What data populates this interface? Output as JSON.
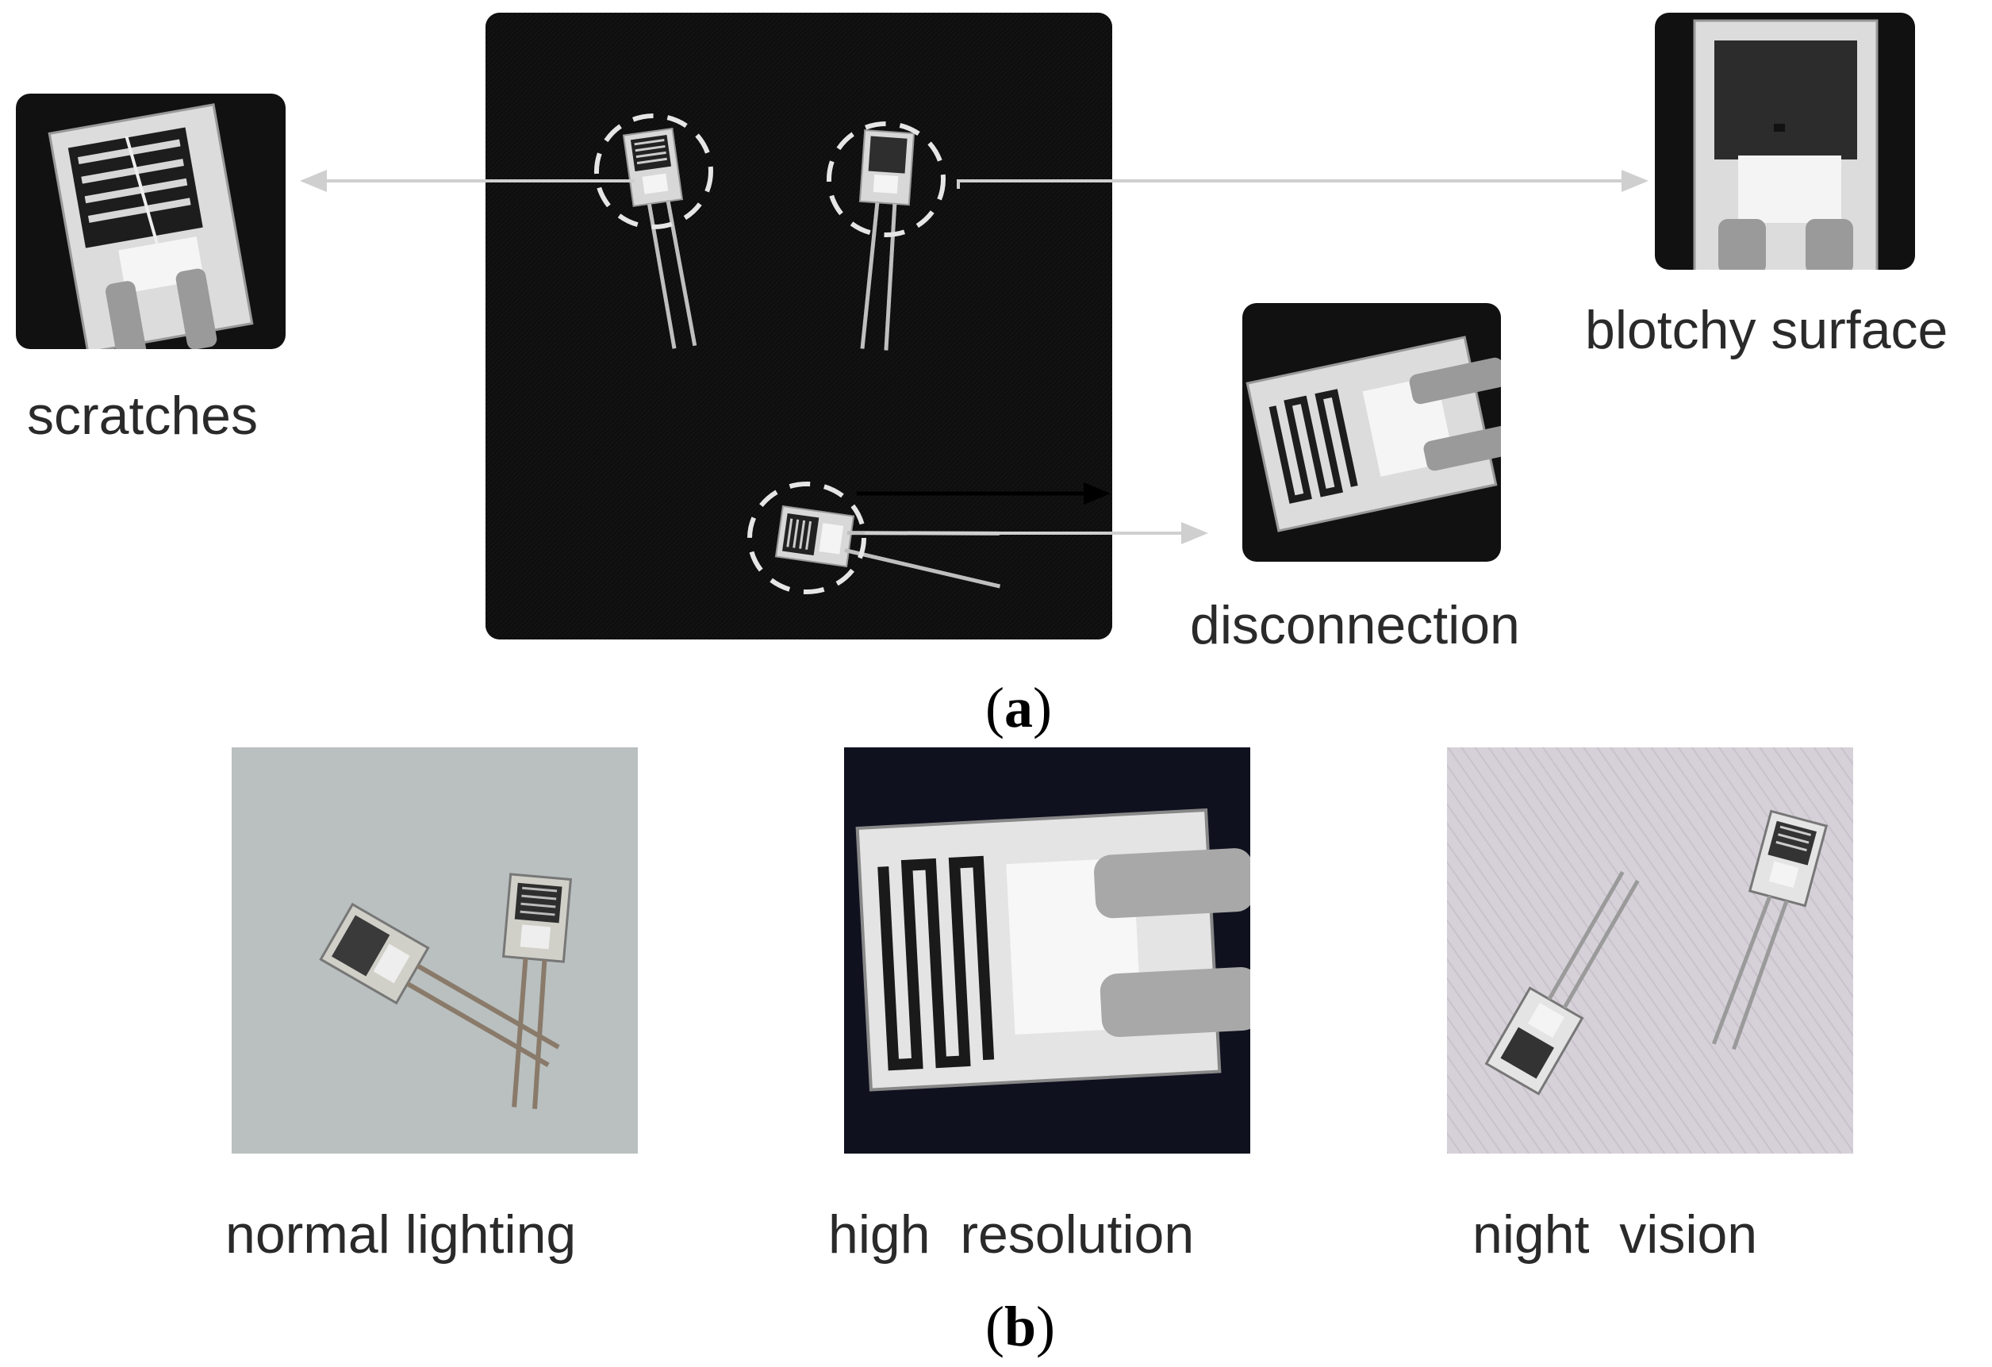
{
  "panel_a": {
    "caption_open": "(",
    "caption_letter": "a",
    "caption_close": ")",
    "labels": {
      "scratches": "scratches",
      "blotchy": "blotchy surface",
      "disconnection": "disconnection"
    }
  },
  "panel_b": {
    "caption_open": "(",
    "caption_letter": "b",
    "caption_close": ")",
    "labels": {
      "normal": "normal lighting",
      "highres": "high  resolution",
      "night": "night  vision"
    }
  },
  "colors": {
    "arrow_gray": "#cfcfcf",
    "photo_black": "#0d0d0d",
    "normal_bg": "#b9c0bf",
    "night_bg": "#d9d3da"
  }
}
